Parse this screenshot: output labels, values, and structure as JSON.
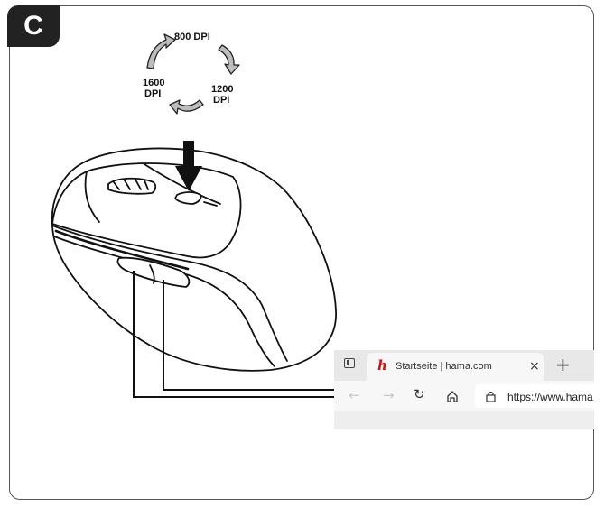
{
  "badge": {
    "label": "C"
  },
  "dpi_cycle": {
    "step1": "800 DPI",
    "step2_line1": "1200",
    "step2_line2": "DPI",
    "step3_line1": "1600",
    "step3_line2": "DPI"
  },
  "browser": {
    "tab_title": "Startseite | hama.com",
    "favicon": "h",
    "close_glyph": "×",
    "new_tab_glyph": "+",
    "url": "https://www.hama.",
    "icons": {
      "tab_actions": "tab-actions-icon",
      "back": "back-arrow-icon",
      "forward": "forward-arrow-icon",
      "reload": "reload-icon",
      "home": "home-icon",
      "lock": "lock-icon"
    }
  }
}
